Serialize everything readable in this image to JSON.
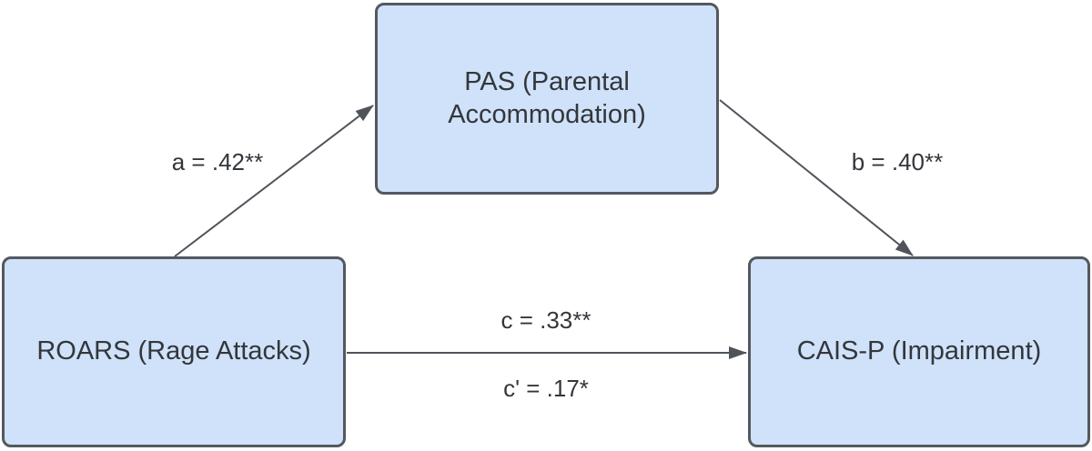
{
  "diagram": {
    "kind": "mediation-path-model",
    "nodes": {
      "pas": {
        "role": "mediator",
        "label": "PAS (Parental Accommodation)"
      },
      "roars": {
        "role": "predictor",
        "label": "ROARS (Rage Attacks)"
      },
      "cais": {
        "role": "outcome",
        "label": "CAIS-P (Impairment)"
      }
    },
    "paths": {
      "a": {
        "label": "a = .42**",
        "from": "roars",
        "to": "pas"
      },
      "b": {
        "label": "b = .40**",
        "from": "pas",
        "to": "cais"
      },
      "c": {
        "label": "c = .33**",
        "from": "roars",
        "to": "cais"
      },
      "c_prime": {
        "label": "c' = .17*",
        "from": "roars",
        "to": "cais"
      }
    },
    "colors": {
      "background": "#ffffff",
      "node_fill": "#cfe2f9",
      "node_border": "#54585f",
      "arrow": "#50545a",
      "text": "#33363b"
    }
  }
}
